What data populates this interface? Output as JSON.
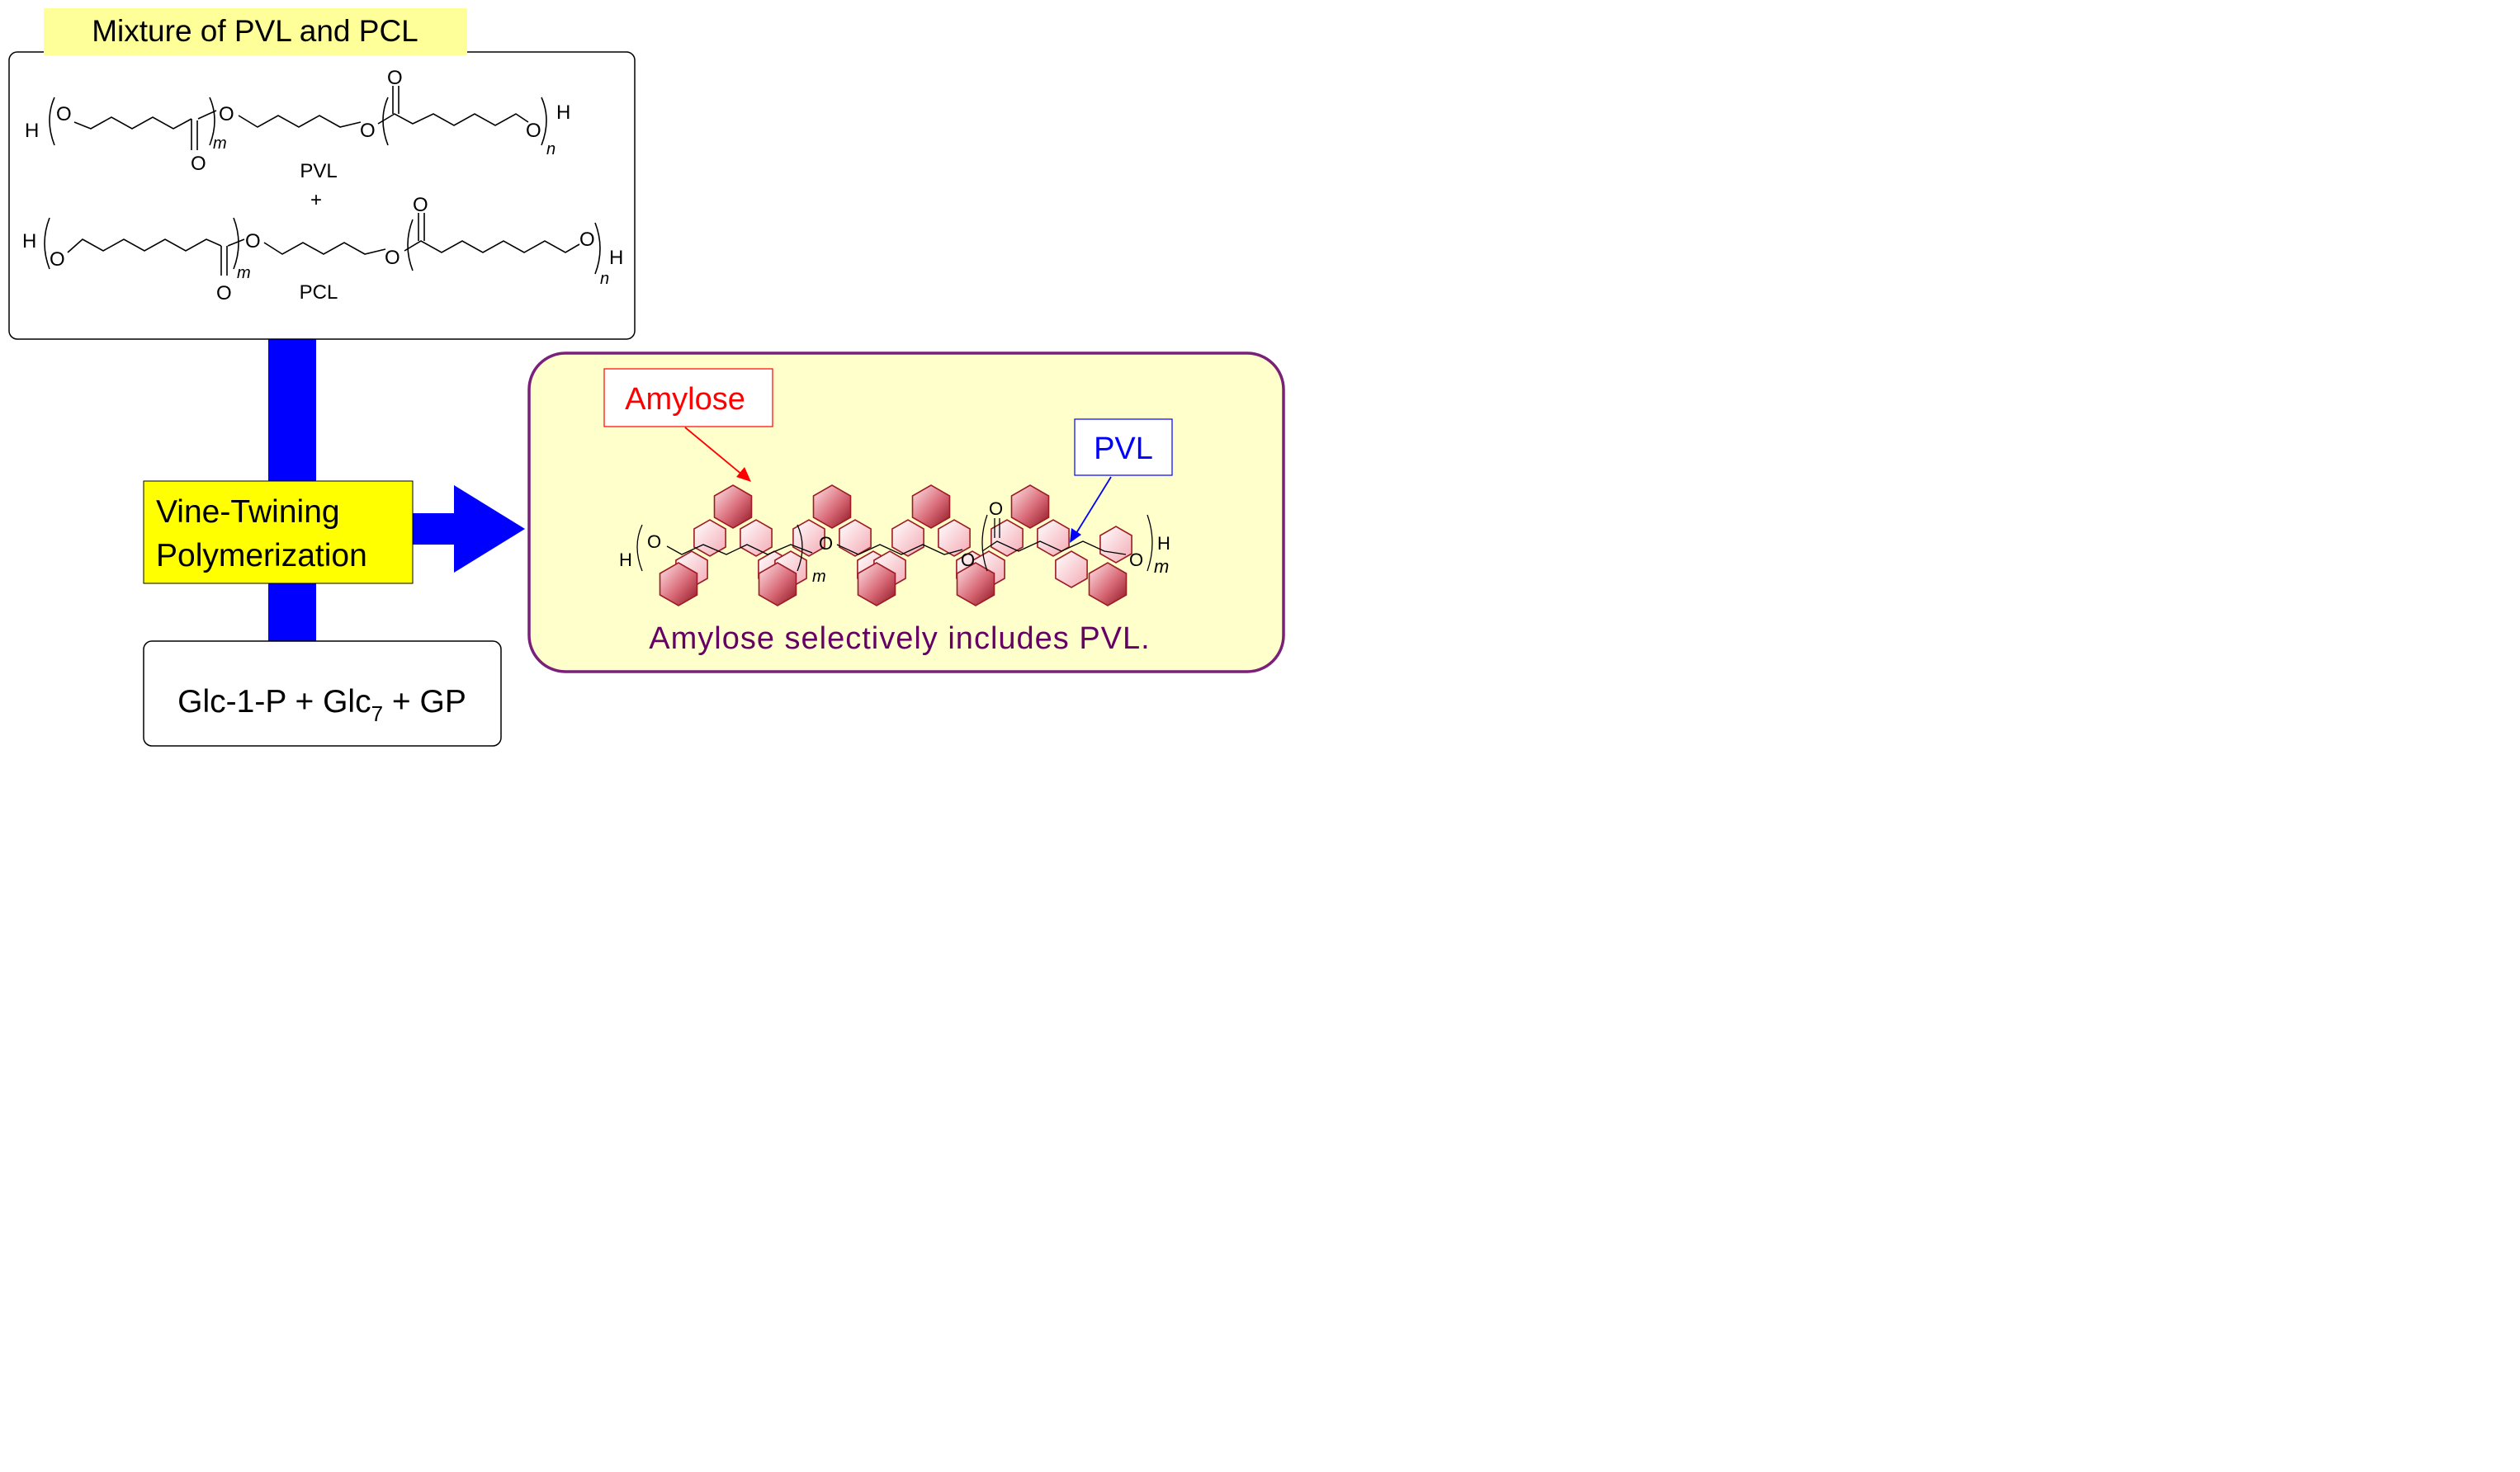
{
  "title_label": "Mixture of PVL and PCL",
  "mixture_box": {
    "pvl_label": "PVL",
    "plus": "+",
    "pcl_label": "PCL",
    "atom_H": "H",
    "atom_O": "O",
    "sub_m": "m",
    "sub_n": "n"
  },
  "process_label_line1": "Vine-Twining",
  "process_label_line2": "Polymerization",
  "reagents": {
    "part1": "Glc-1-P + Glc",
    "subscript": "7",
    "part2": " + GP"
  },
  "result_panel": {
    "amylose_label": "Amylose",
    "pvl_label": "PVL",
    "caption": "Amylose selectively includes PVL.",
    "atom_H": "H",
    "atom_O": "O",
    "sub_m": "m"
  },
  "colors": {
    "title_bg": "#ffff99",
    "process_bg": "#ffff00",
    "arrow": "#0000ff",
    "panel_bg": "#ffffcc",
    "panel_border": "#7a1f7a",
    "amylose_red": "#ff0000",
    "pvl_blue": "#0000ff",
    "caption_purple": "#660066",
    "glucose_dark": "#9b1c24"
  }
}
